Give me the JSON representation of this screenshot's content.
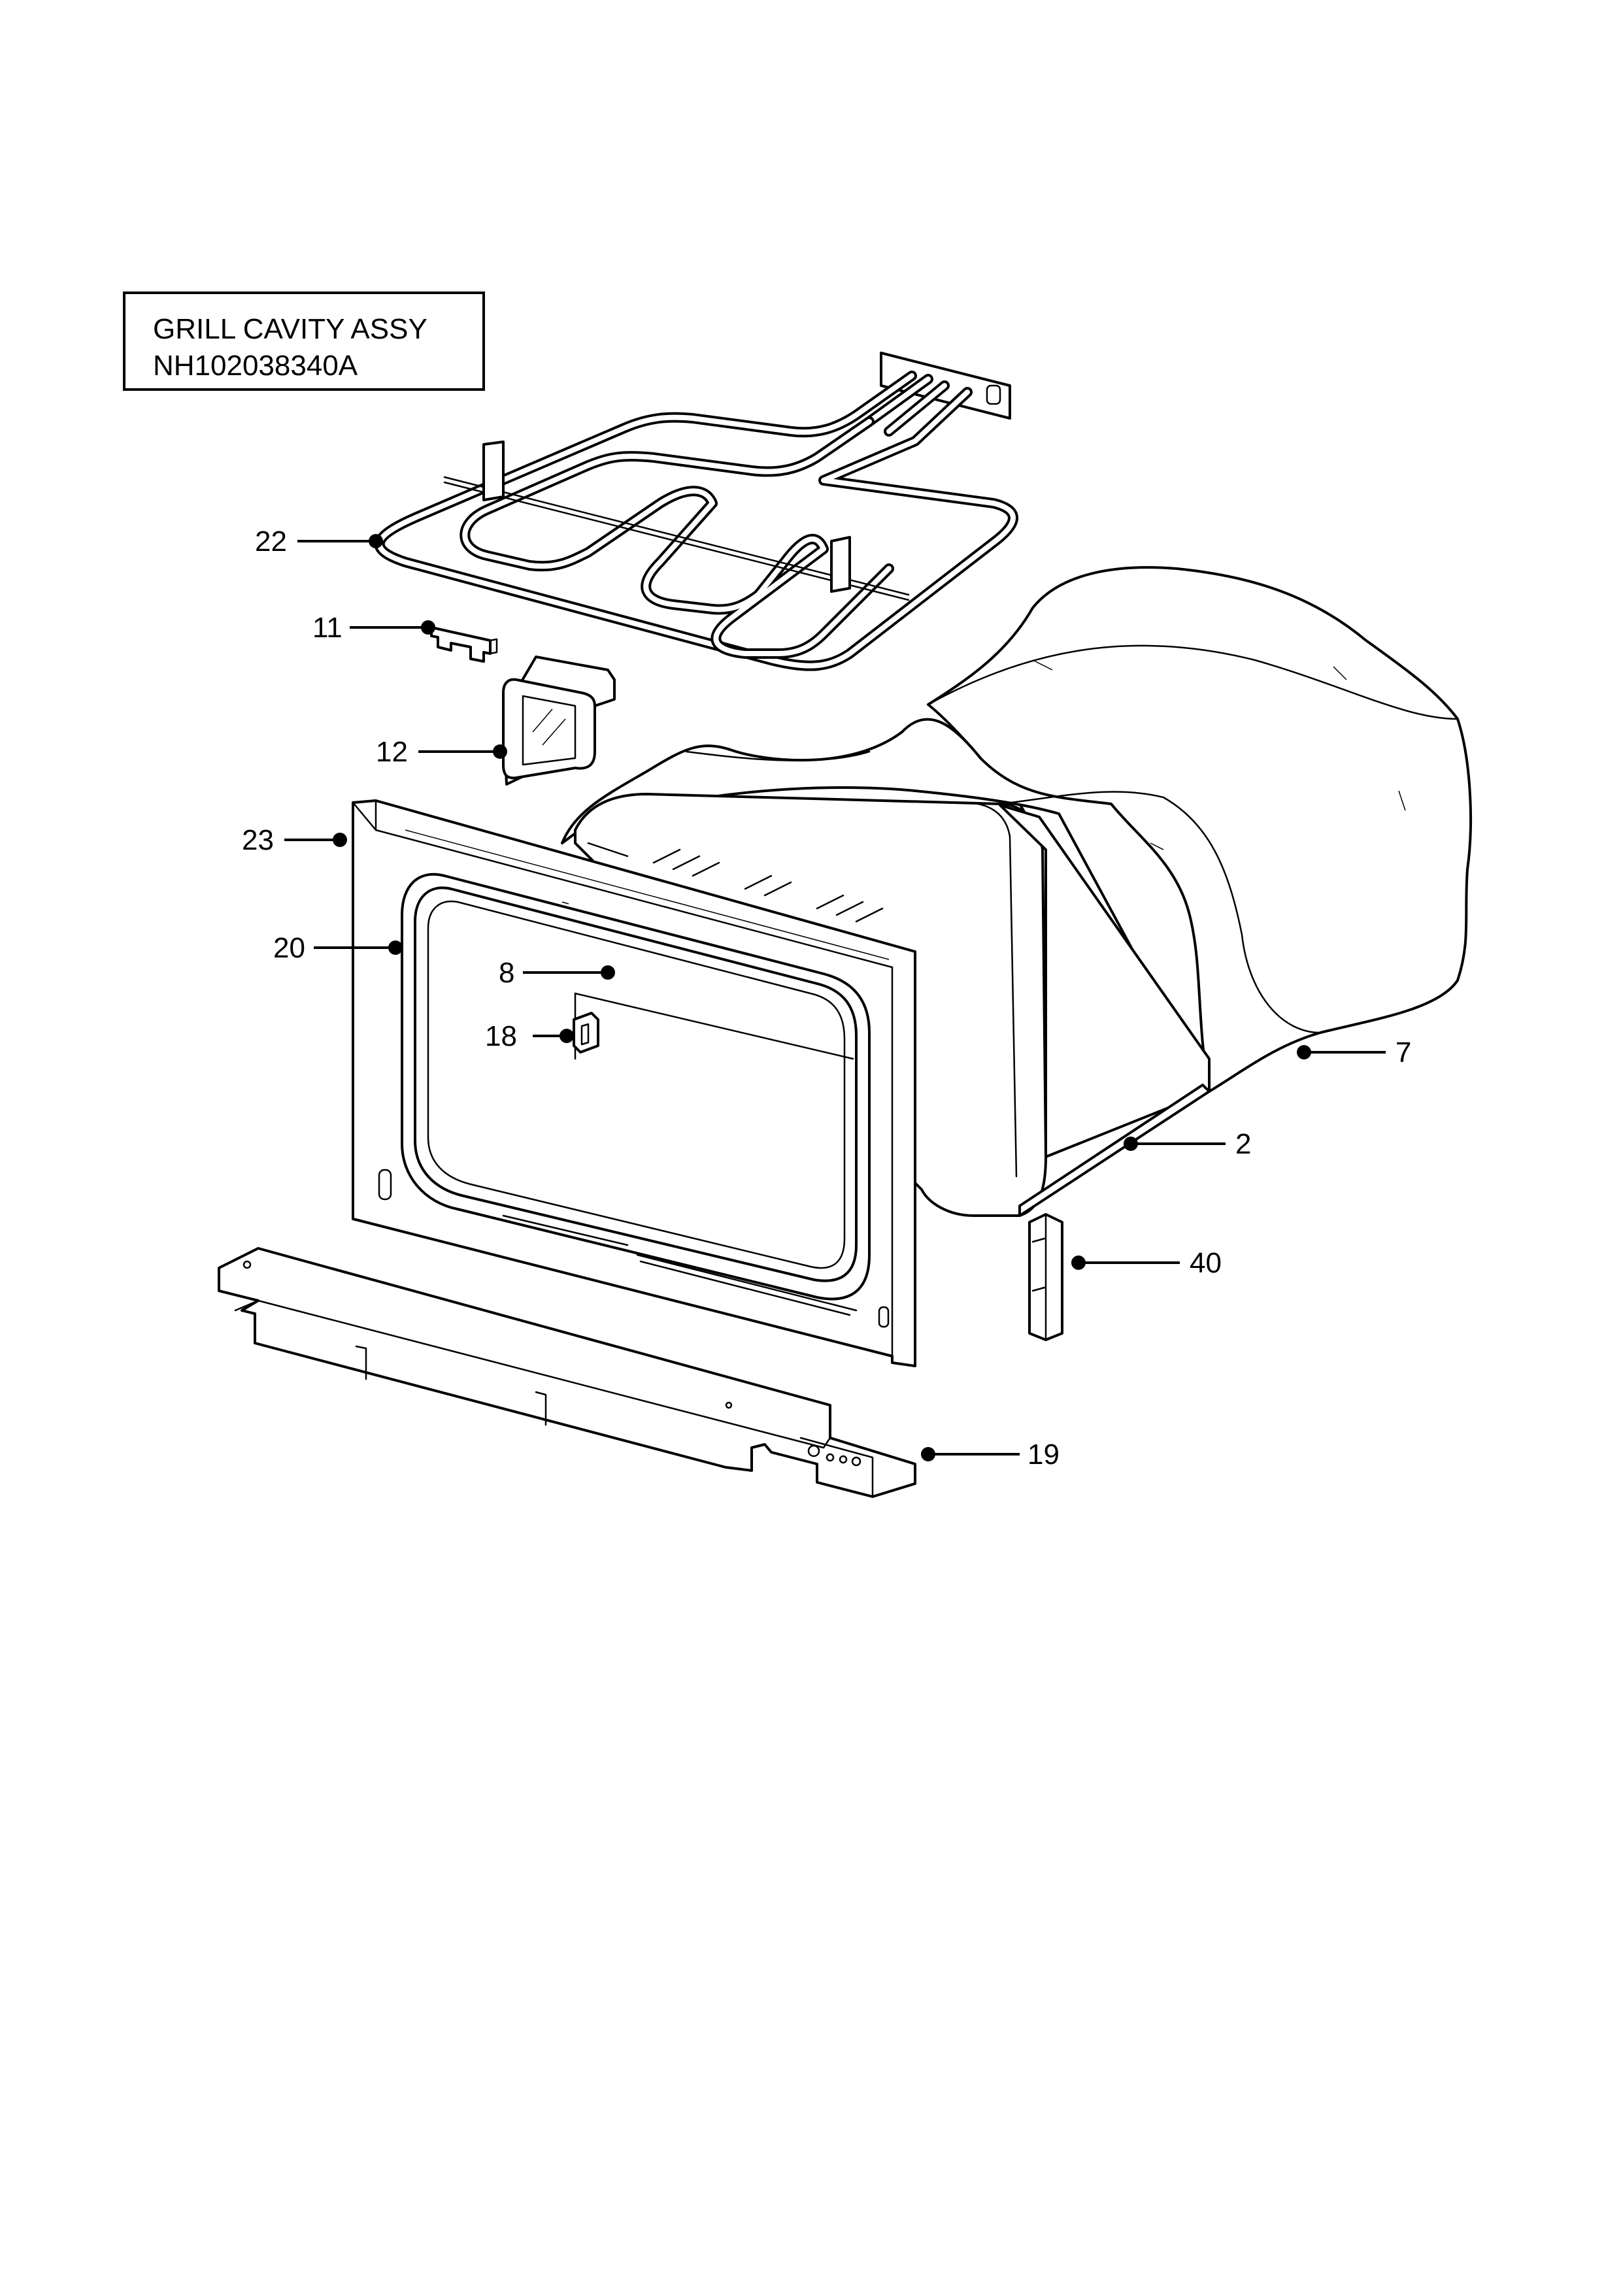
{
  "title_box": {
    "line1": "GRILL CAVITY ASSY",
    "line2": "NH102038340A"
  },
  "callouts": {
    "c22": "22",
    "c11": "11",
    "c12": "12",
    "c23": "23",
    "c20": "20",
    "c8": "8",
    "c18": "18",
    "c7": "7",
    "c2": "2",
    "c40": "40",
    "c19": "19"
  }
}
